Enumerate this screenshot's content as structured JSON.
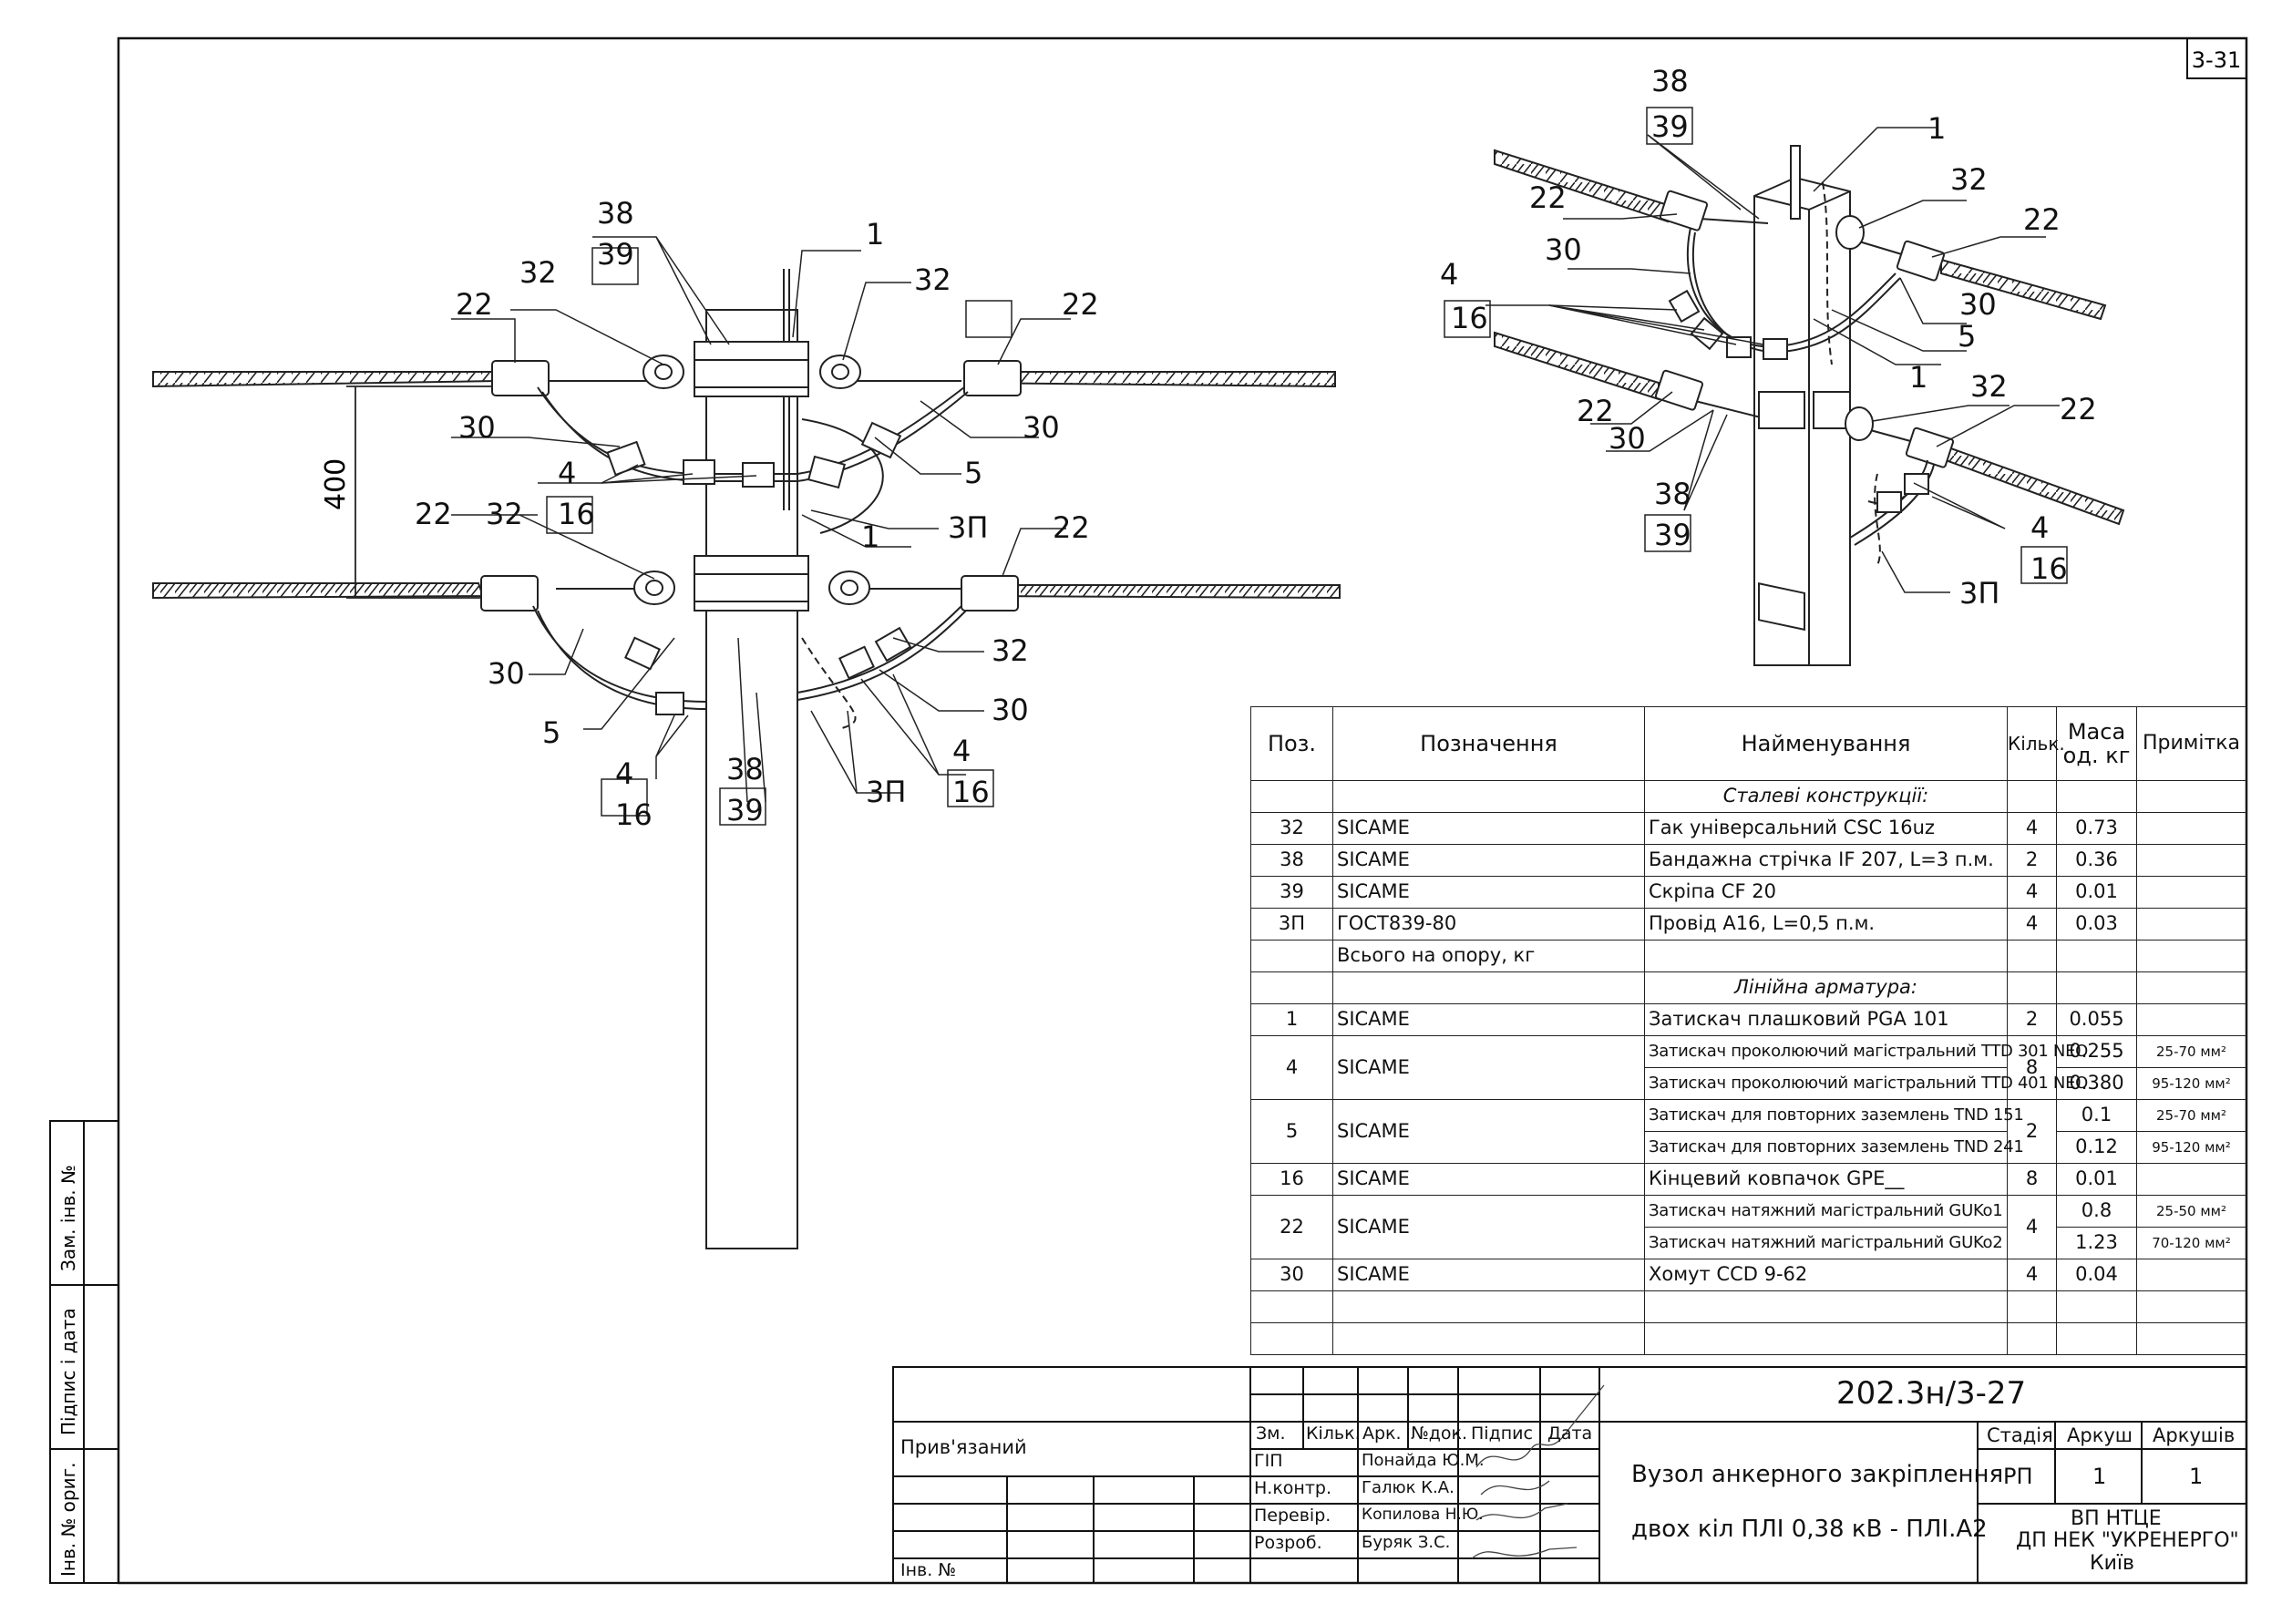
{
  "sheet_label": "3-31",
  "callouts": {
    "front": [
      "38",
      "39",
      "1",
      "32",
      "32",
      "22",
      "22",
      "30",
      "30",
      "4",
      "16",
      "5",
      "3П",
      "1",
      "22",
      "32",
      "22",
      "30",
      "32",
      "5",
      "30",
      "4",
      "16",
      "3П",
      "4",
      "16",
      "38",
      "39"
    ],
    "dimension": "400",
    "iso": [
      "38",
      "39",
      "1",
      "32",
      "22",
      "22",
      "30",
      "30",
      "4",
      "16",
      "5",
      "1",
      "32",
      "22",
      "22",
      "30",
      "38",
      "39",
      "3П",
      "4",
      "16"
    ]
  },
  "spec_table": {
    "headers": {
      "pos": "Поз.",
      "designation": "Позначення",
      "name": "Найменування",
      "qty": "Кільк.",
      "mass": "Маса од. кг",
      "note": "Примітка"
    },
    "section_steel": "Сталеві конструкції:",
    "rows_steel": [
      {
        "pos": "32",
        "des": "SICAME",
        "name": "Гак універсальний CSC 16uz",
        "qty": "4",
        "mass": "0.73",
        "note": ""
      },
      {
        "pos": "38",
        "des": "SICAME",
        "name": "Бандажна стрічка IF 207, L=3 п.м.",
        "qty": "2",
        "mass": "0.36",
        "note": ""
      },
      {
        "pos": "39",
        "des": "SICAME",
        "name": "Скріпа CF 20",
        "qty": "4",
        "mass": "0.01",
        "note": ""
      },
      {
        "pos": "3П",
        "des": "ГОСТ839-80",
        "name": "Провід А16, L=0,5 п.м.",
        "qty": "4",
        "mass": "0.03",
        "note": ""
      }
    ],
    "total_label": "Всього на опору, кг",
    "section_line": "Лінійна арматура:",
    "rows_line": [
      {
        "pos": "1",
        "des": "SICAME",
        "names": [
          "Затискач плашковий PGA 101"
        ],
        "qty": "2",
        "masses": [
          "0.055"
        ],
        "notes": [
          ""
        ]
      },
      {
        "pos": "4",
        "des": "SICAME",
        "names": [
          "Затискач проколюючий магістральний TTD 301 NEO",
          "Затискач проколюючий магістральний TTD 401 NEO"
        ],
        "qty": "8",
        "masses": [
          "0.255",
          "0.380"
        ],
        "notes": [
          "25-70 мм²",
          "95-120 мм²"
        ]
      },
      {
        "pos": "5",
        "des": "SICAME",
        "names": [
          "Затискач для повторних заземлень TND 151",
          "Затискач для повторних заземлень TND 241"
        ],
        "qty": "2",
        "masses": [
          "0.1",
          "0.12"
        ],
        "notes": [
          "25-70 мм²",
          "95-120 мм²"
        ]
      },
      {
        "pos": "16",
        "des": "SICAME",
        "names": [
          "Кінцевий ковпачок GPE__"
        ],
        "qty": "8",
        "masses": [
          "0.01"
        ],
        "notes": [
          ""
        ]
      },
      {
        "pos": "22",
        "des": "SICAME",
        "names": [
          "Затискач натяжний магістральний GUKo1",
          "Затискач натяжний магістральний GUKo2"
        ],
        "qty": "4",
        "masses": [
          "0.8",
          "1.23"
        ],
        "notes": [
          "25-50 мм²",
          "70-120 мм²"
        ]
      },
      {
        "pos": "30",
        "des": "SICAME",
        "names": [
          "Хомут CCD 9-62"
        ],
        "qty": "4",
        "masses": [
          "0.04"
        ],
        "notes": [
          ""
        ]
      }
    ]
  },
  "title_block": {
    "doc_code": "202.3н/3-27",
    "title_line1": "Вузол анкерного закріплення",
    "title_line2": "двох кіл ПЛІ 0,38 кВ - ПЛІ.А2",
    "header_cols": [
      "Зм.",
      "Кільк.",
      "Арк.",
      "№док.",
      "Підпис",
      "Дата"
    ],
    "roles": [
      {
        "role": "ГІП",
        "name": "Понайда Ю.М."
      },
      {
        "role": "Н.контр.",
        "name": "Галюк К.А."
      },
      {
        "role": "Перевір.",
        "name": "Копилова Н.Ю."
      },
      {
        "role": "Розроб.",
        "name": "Буряк З.С."
      }
    ],
    "stage_label": "Стадія",
    "sheet_label": "Аркуш",
    "sheets_label": "Аркушів",
    "stage": "РП",
    "sheet": "1",
    "sheets": "1",
    "org_line1": "ВП НТЦЕ",
    "org_line2": "ДП НЕК \"УКРЕНЕРГО\"",
    "org_line3": "Київ",
    "attached": "Прив'язаний",
    "inv_no": "Інв. №"
  },
  "side_stamp": {
    "inv_orig": "Інв. № ориг.",
    "sign_date": "Підпис і дата",
    "replace_inv": "Зам. інв. №"
  }
}
